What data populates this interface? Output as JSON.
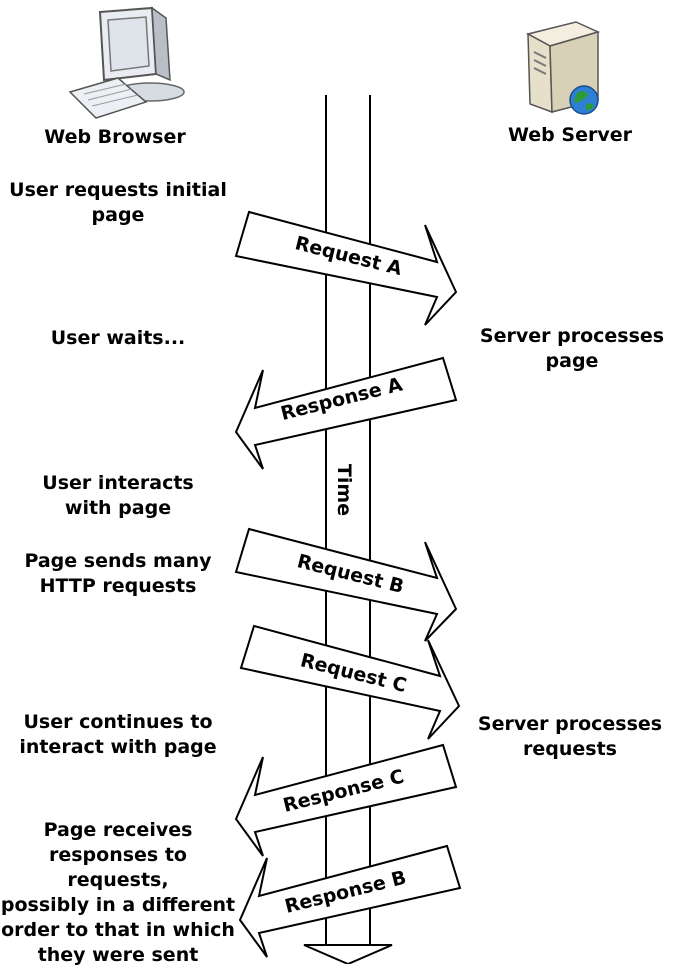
{
  "browser": {
    "title": "Web Browser"
  },
  "server": {
    "title": "Web Server"
  },
  "timeline": {
    "label": "Time"
  },
  "left_notes": {
    "initial": "User requests initial\npage",
    "waits": "User waits...",
    "interacts": "User interacts\nwith page",
    "sends": "Page sends many\nHTTP requests",
    "continues": "User continues to\ninteract with page",
    "receives": "Page receives\nresponses to requests,\npossibly in a different\norder to that in which\nthey were sent"
  },
  "right_notes": {
    "processes_page": "Server processes page",
    "processes_requests": "Server processes\nrequests"
  },
  "messages": {
    "request_a": "Request A",
    "response_a": "Response A",
    "request_b": "Request B",
    "request_c": "Request C",
    "response_c": "Response C",
    "response_b": "Response B"
  },
  "colors": {
    "stroke": "#000000",
    "fill": "#ffffff",
    "monitor": "#dfe3ea",
    "globe": "#2f7fd6",
    "land": "#2e9b3a"
  }
}
